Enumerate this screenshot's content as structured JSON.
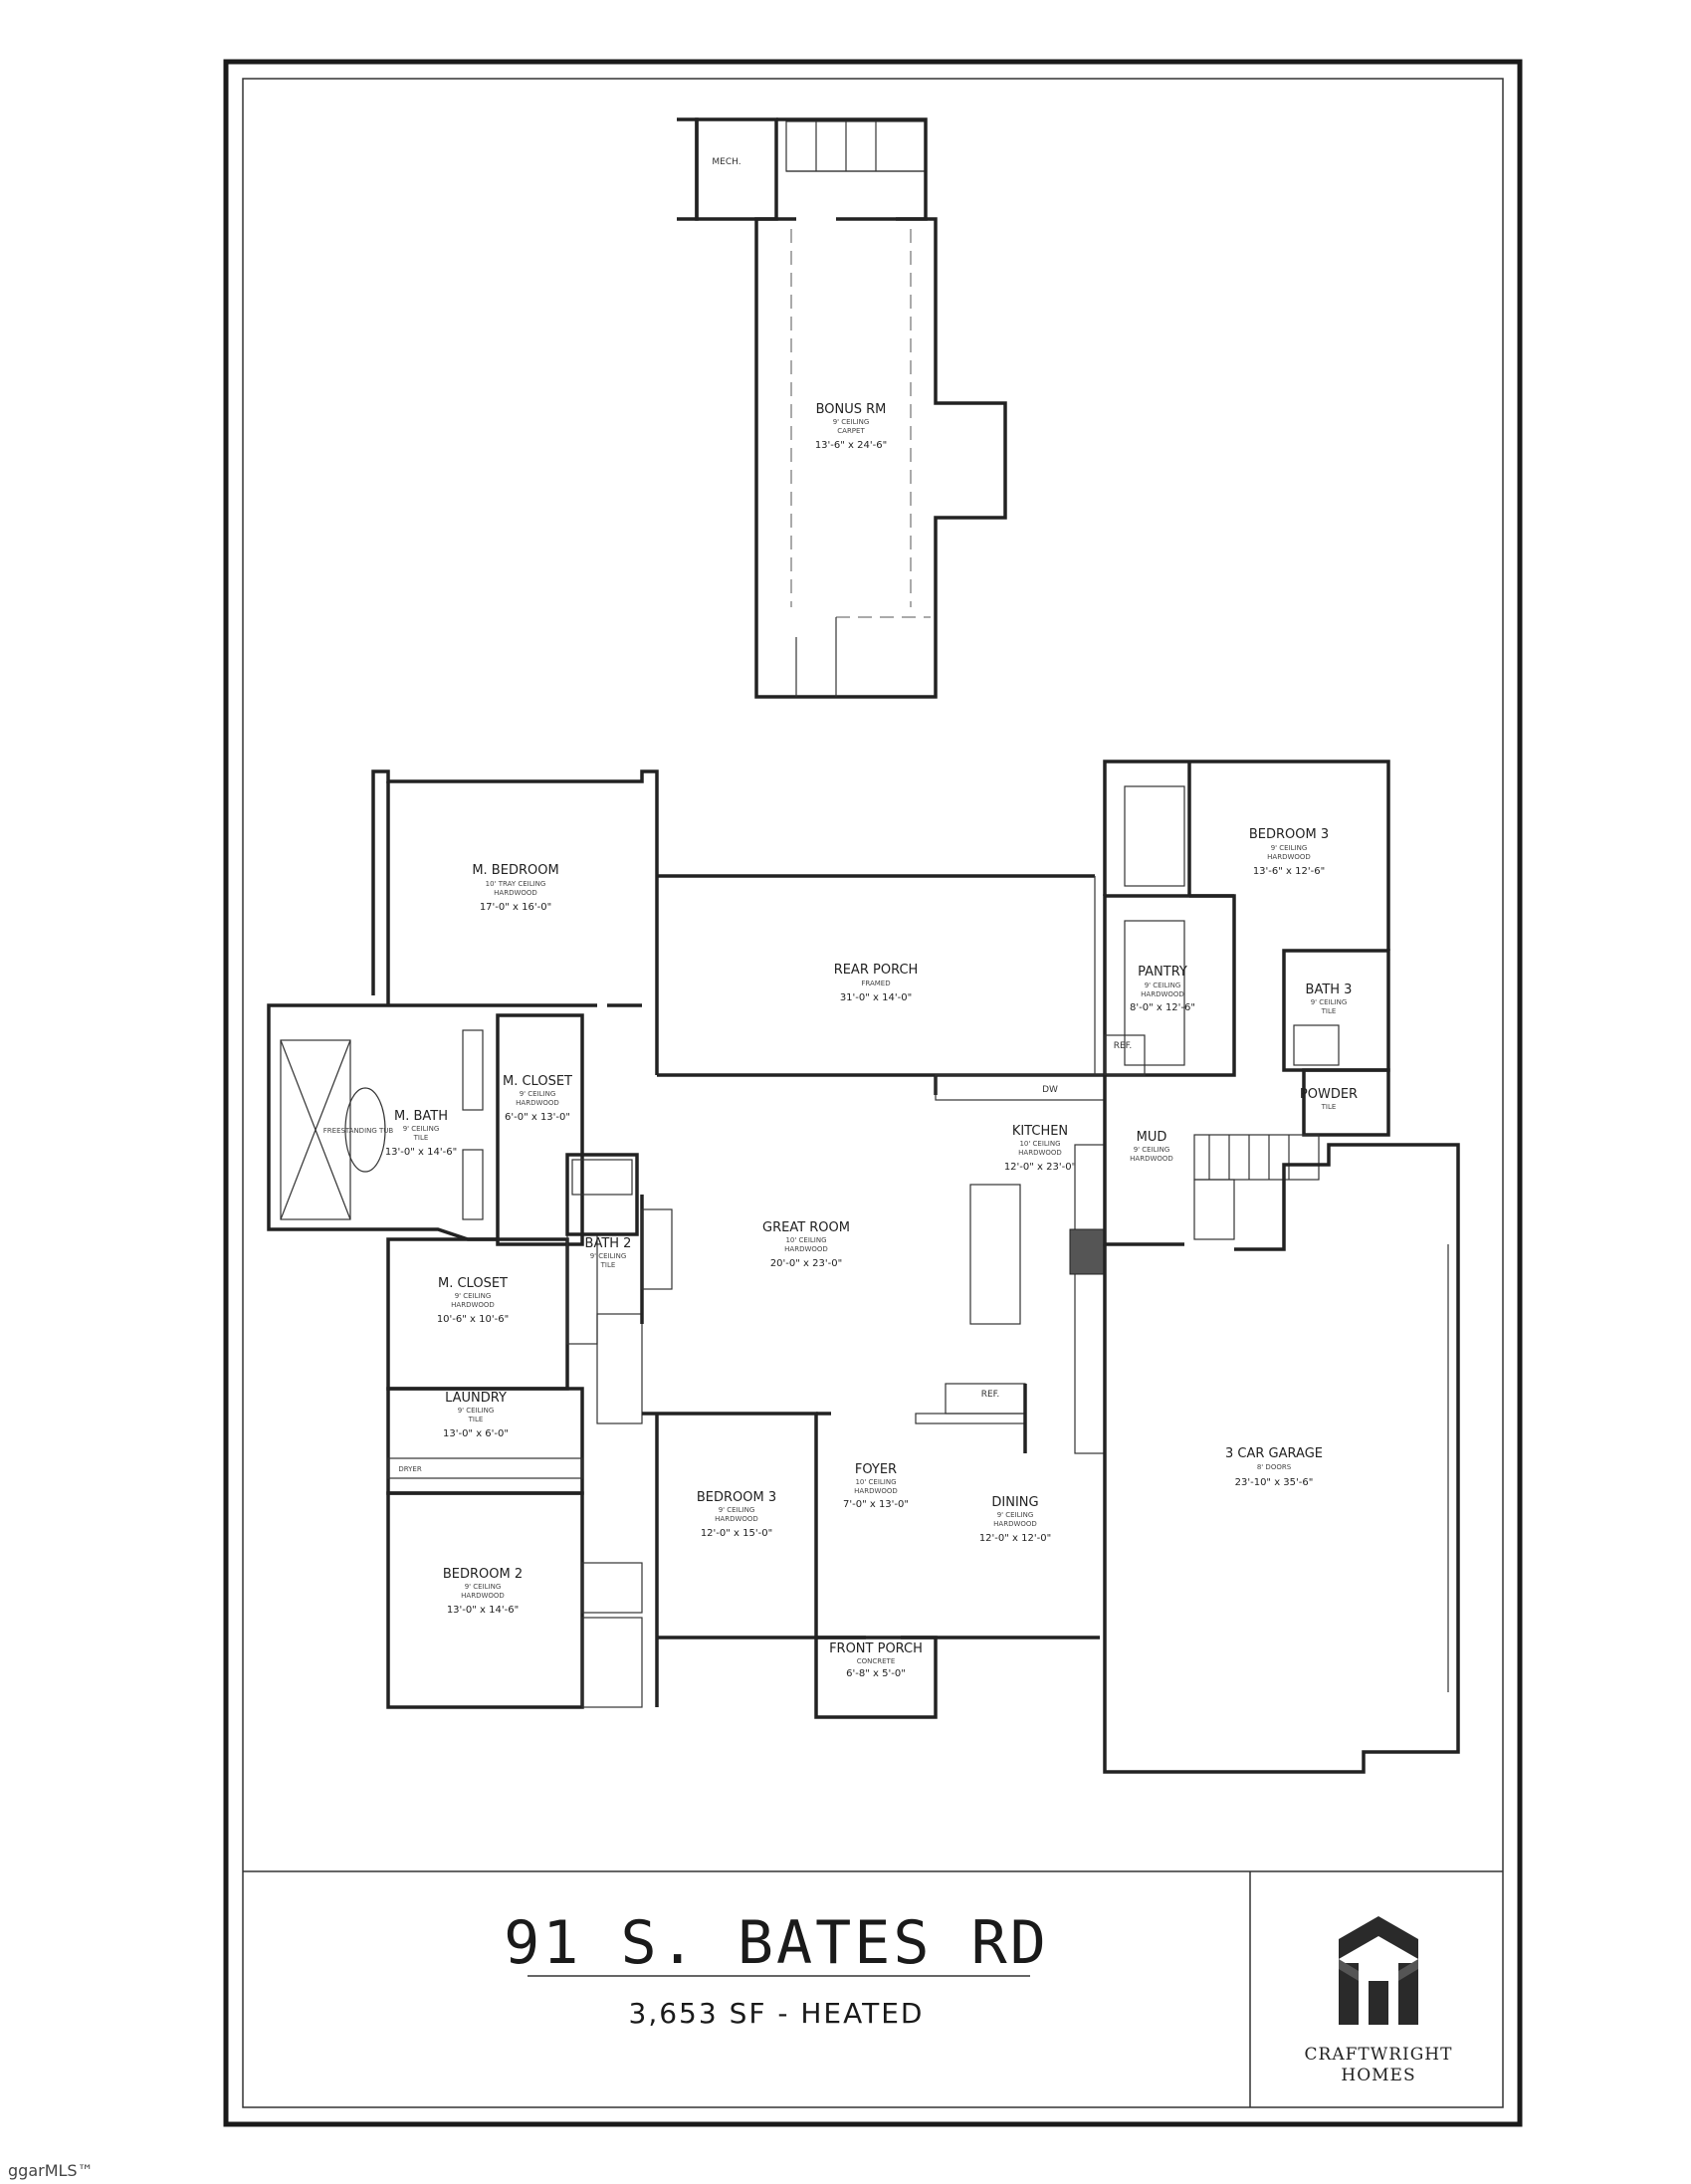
{
  "title": {
    "address": "91 S. BATES RD",
    "heated_sf": "3,653 SF - HEATED"
  },
  "brand": {
    "line1": "CRAFTWRIGHT",
    "line2": "HOMES"
  },
  "watermark": "ggarMLS™",
  "rooms": {
    "mech": {
      "name": "MECH."
    },
    "bonus": {
      "name": "BONUS RM",
      "ceiling": "9' CEILING",
      "floor": "CARPET",
      "dims": "13'-6\" x 24'-6\""
    },
    "m_bedroom": {
      "name": "M. BEDROOM",
      "ceiling": "10' TRAY CEILING",
      "floor": "HARDWOOD",
      "dims": "17'-0\" x 16'-0\""
    },
    "rear_porch": {
      "name": "REAR PORCH",
      "floor": "FRAMED",
      "dims": "31'-0\" x 14'-0\""
    },
    "bedroom3_top": {
      "name": "BEDROOM 3",
      "ceiling": "9' CEILING",
      "floor": "HARDWOOD",
      "dims": "13'-6\" x 12'-6\""
    },
    "pantry": {
      "name": "PANTRY",
      "ceiling": "9' CEILING",
      "floor": "HARDWOOD",
      "dims": "8'-0\" x 12'-6\""
    },
    "ref_pantry": {
      "name": "REF."
    },
    "bath3": {
      "name": "BATH 3",
      "ceiling": "9' CEILING",
      "floor": "TILE"
    },
    "powder": {
      "name": "POWDER",
      "floor": "TILE"
    },
    "m_closet_top": {
      "name": "M. CLOSET",
      "ceiling": "9' CEILING",
      "floor": "HARDWOOD",
      "dims": "6'-0\" x 13'-0\""
    },
    "m_bath": {
      "name": "M. BATH",
      "ceiling": "9' CEILING",
      "floor": "TILE",
      "dims": "13'-0\" x 14'-6\"",
      "tub": "FREESTANDING TUB"
    },
    "kitchen": {
      "name": "KITCHEN",
      "ceiling": "10' CEILING",
      "floor": "HARDWOOD",
      "dims": "12'-0\" x 23'-0\""
    },
    "dw": {
      "name": "DW"
    },
    "mud": {
      "name": "MUD",
      "ceiling": "9' CEILING",
      "floor": "HARDWOOD"
    },
    "great_room": {
      "name": "GREAT ROOM",
      "ceiling": "10' CEILING",
      "floor": "HARDWOOD",
      "dims": "20'-0\" x 23'-0\""
    },
    "bath2": {
      "name": "BATH 2",
      "ceiling": "9' CEILING",
      "floor": "TILE"
    },
    "m_closet_low": {
      "name": "M. CLOSET",
      "ceiling": "9' CEILING",
      "floor": "HARDWOOD",
      "dims": "10'-6\" x 10'-6\""
    },
    "laundry": {
      "name": "LAUNDRY",
      "ceiling": "9' CEILING",
      "floor": "TILE",
      "dims": "13'-0\" x 6'-0\"",
      "dryer": "DRYER"
    },
    "ref_kitchen": {
      "name": "REF."
    },
    "garage": {
      "name": "3 CAR GARAGE",
      "doors": "8' DOORS",
      "dims": "23'-10\" x 35'-6\""
    },
    "foyer": {
      "name": "FOYER",
      "ceiling": "10' CEILING",
      "floor": "HARDWOOD",
      "dims": "7'-0\" x 13'-0\""
    },
    "dining": {
      "name": "DINING",
      "ceiling": "9' CEILING",
      "floor": "HARDWOOD",
      "dims": "12'-0\" x 12'-0\""
    },
    "bedroom3_low": {
      "name": "BEDROOM 3",
      "ceiling": "9' CEILING",
      "floor": "HARDWOOD",
      "dims": "12'-0\" x 15'-0\""
    },
    "bedroom2": {
      "name": "BEDROOM 2",
      "ceiling": "9' CEILING",
      "floor": "HARDWOOD",
      "dims": "13'-0\" x 14'-6\""
    },
    "front_porch": {
      "name": "FRONT PORCH",
      "floor": "CONCRETE",
      "dims": "6'-8\" x 5'-0\""
    }
  }
}
